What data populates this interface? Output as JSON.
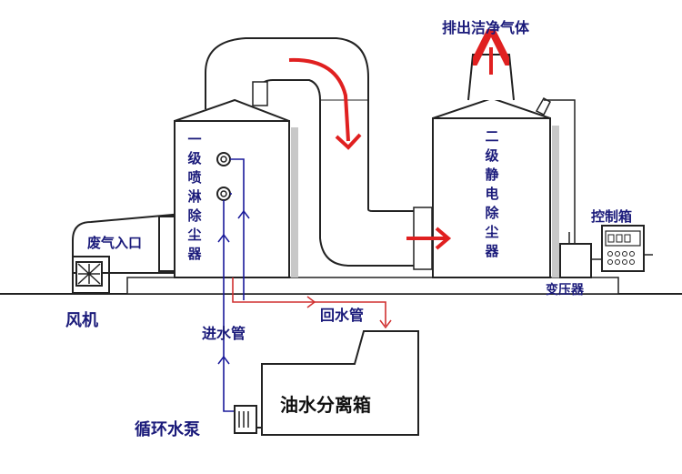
{
  "labels": {
    "exhaust_clean_gas": "排出洁净气体",
    "waste_gas_inlet": "废气入口",
    "fan": "风机",
    "stage1_spray_scrubber": [
      "一",
      "级",
      "喷",
      "淋",
      "除",
      "尘",
      "器"
    ],
    "stage2_electrostatic": [
      "二",
      "级",
      "静",
      "电",
      "除",
      "尘",
      "器"
    ],
    "control_box": "控制箱",
    "transformer": "变压器",
    "water_inlet_pipe": "进水管",
    "water_return_pipe": "回水管",
    "oil_water_separator": "油水分离箱",
    "circulation_pump": "循环水泵"
  },
  "colors": {
    "flow_arrow": "#e02020",
    "inlet_pipe_line": "#1a1a9a",
    "return_pipe_line": "#d03030",
    "label_text": "#1a1a7a",
    "equipment_fill": "#ffffff",
    "equipment_outline": "#222222",
    "shadow": "#c8c8c8"
  }
}
